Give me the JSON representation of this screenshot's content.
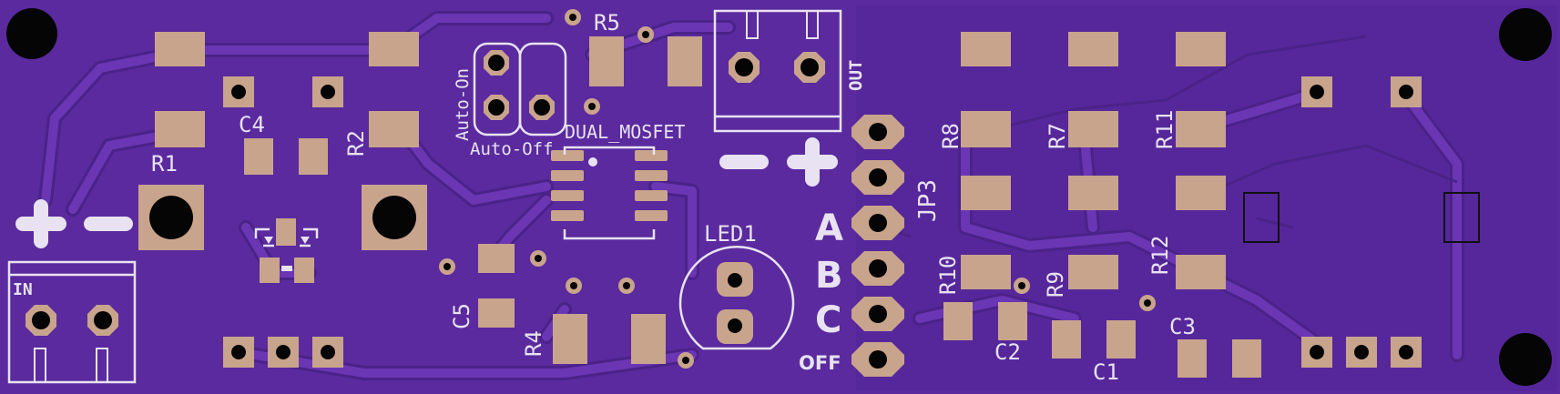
{
  "colors": {
    "board": "#5a2a9e",
    "board_dark": "#4a1f8a",
    "trace": "#6a36b4",
    "trace_edge": "#4b2288",
    "copper": "#c9a48c",
    "silkscreen": "#e8e2f2",
    "hole": "#050505"
  },
  "labels": {
    "r1": "R1",
    "r2": "R2",
    "r4": "R4",
    "r5": "R5",
    "r7": "R7",
    "r8": "R8",
    "r9": "R9",
    "r10": "R10",
    "r11": "R11",
    "r12": "R12",
    "c1": "C1",
    "c2": "C2",
    "c3": "C3",
    "c4": "C4",
    "c5": "C5",
    "jp3": "JP3",
    "led1": "LED1",
    "dual_mosfet": "DUAL_MOSFET",
    "auto_on": "Auto-On",
    "auto_off": "Auto-Off",
    "in": "IN",
    "out": "OUT",
    "mode_a": "A",
    "mode_b": "B",
    "mode_c": "C",
    "mode_off": "OFF"
  },
  "icons": {
    "plus": "plus-icon",
    "minus": "minus-icon"
  }
}
